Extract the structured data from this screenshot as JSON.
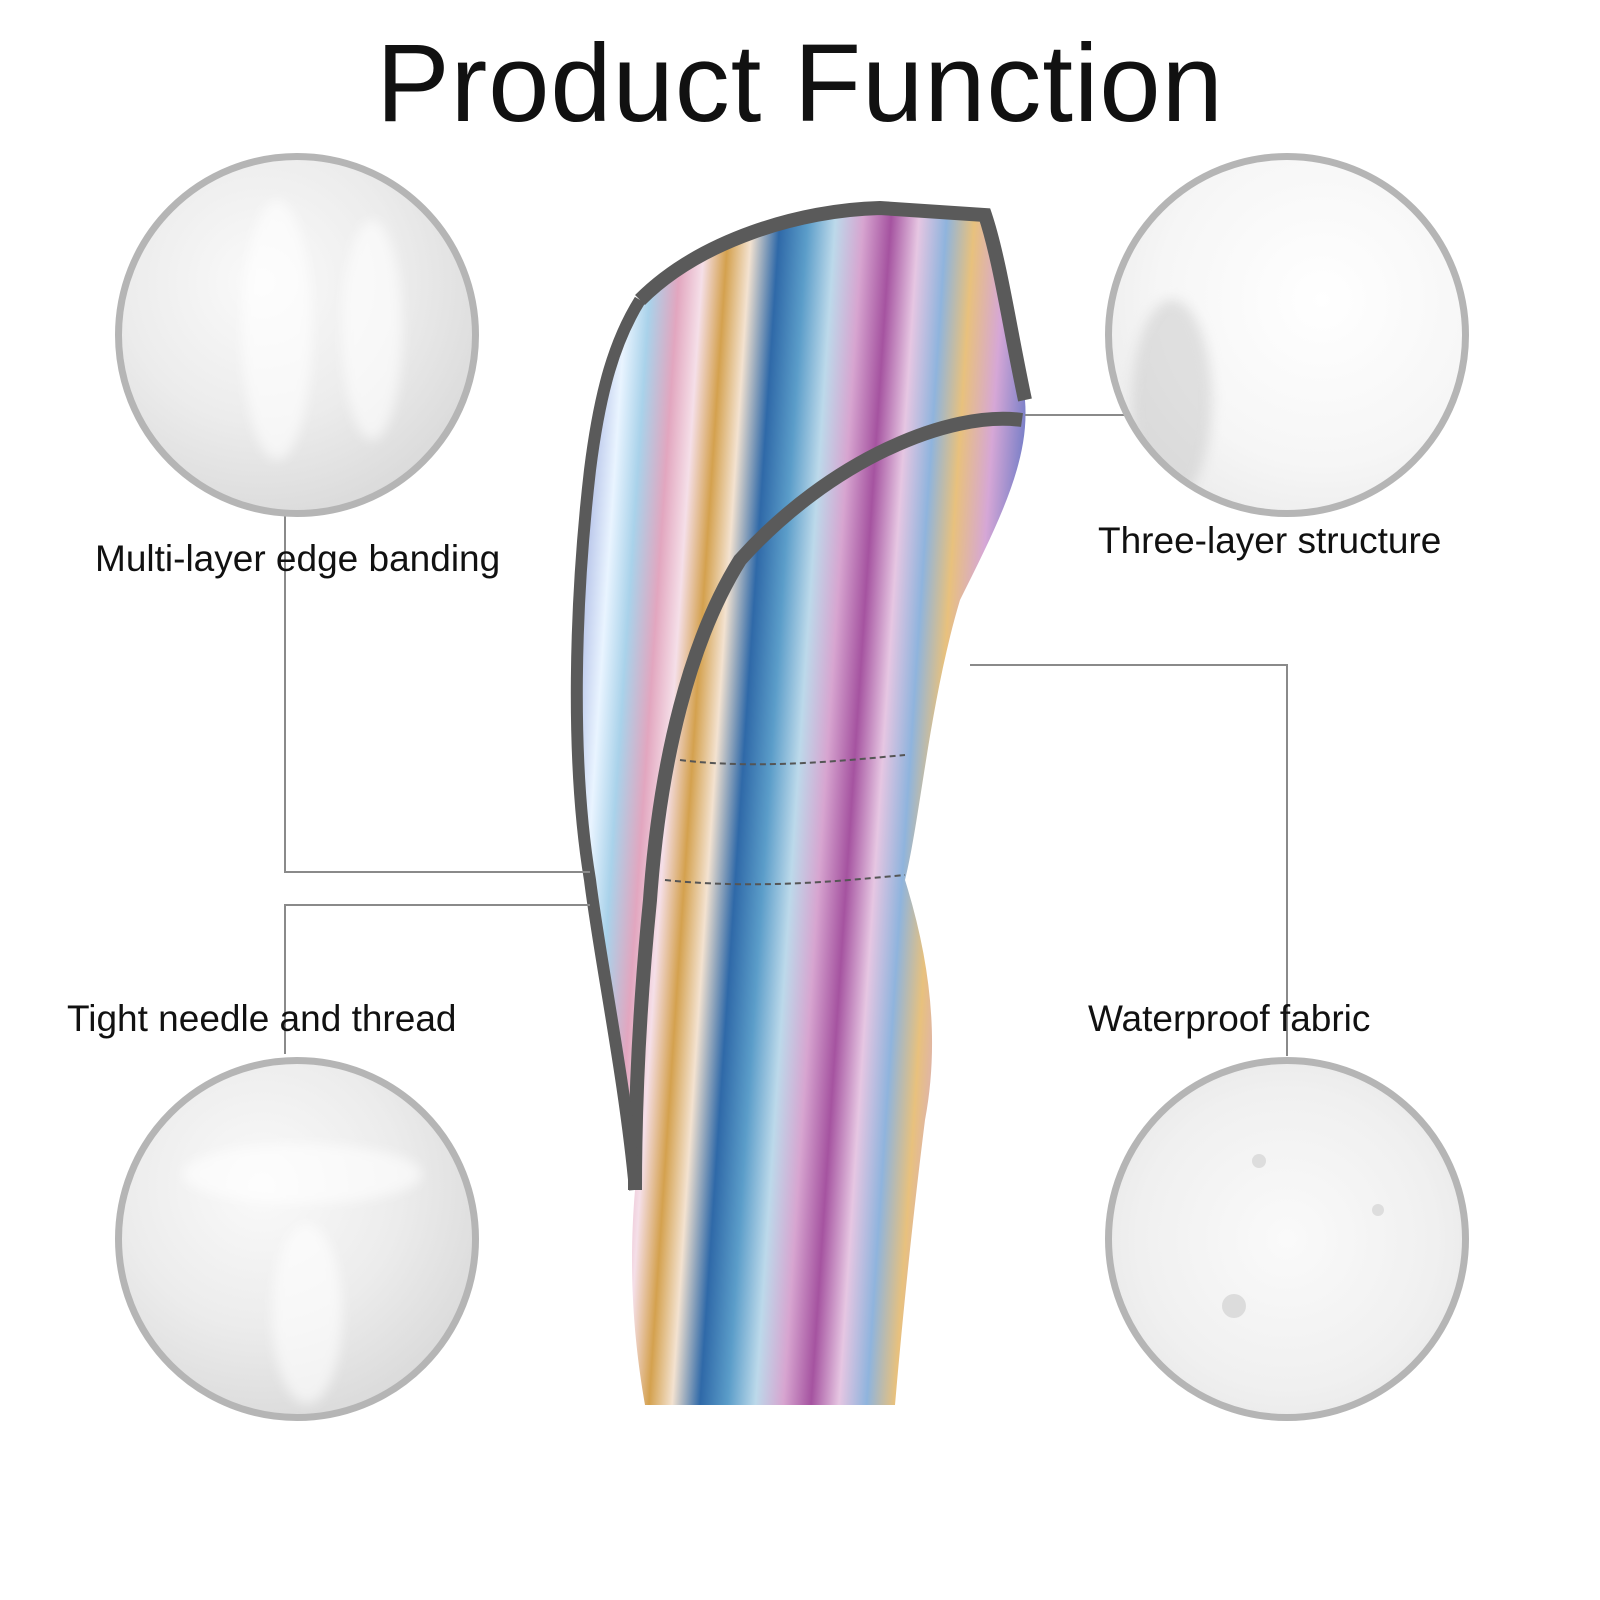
{
  "title": "Product Function",
  "features": [
    {
      "label": "Multi-layer edge banding"
    },
    {
      "label": "Three-layer structure"
    },
    {
      "label": "Tight needle and thread"
    },
    {
      "label": "Waterproof fabric"
    }
  ],
  "colors": {
    "trim": "#5a5a5a",
    "circle_border": "#b5b5b5",
    "connector": "#8a8a8a"
  }
}
